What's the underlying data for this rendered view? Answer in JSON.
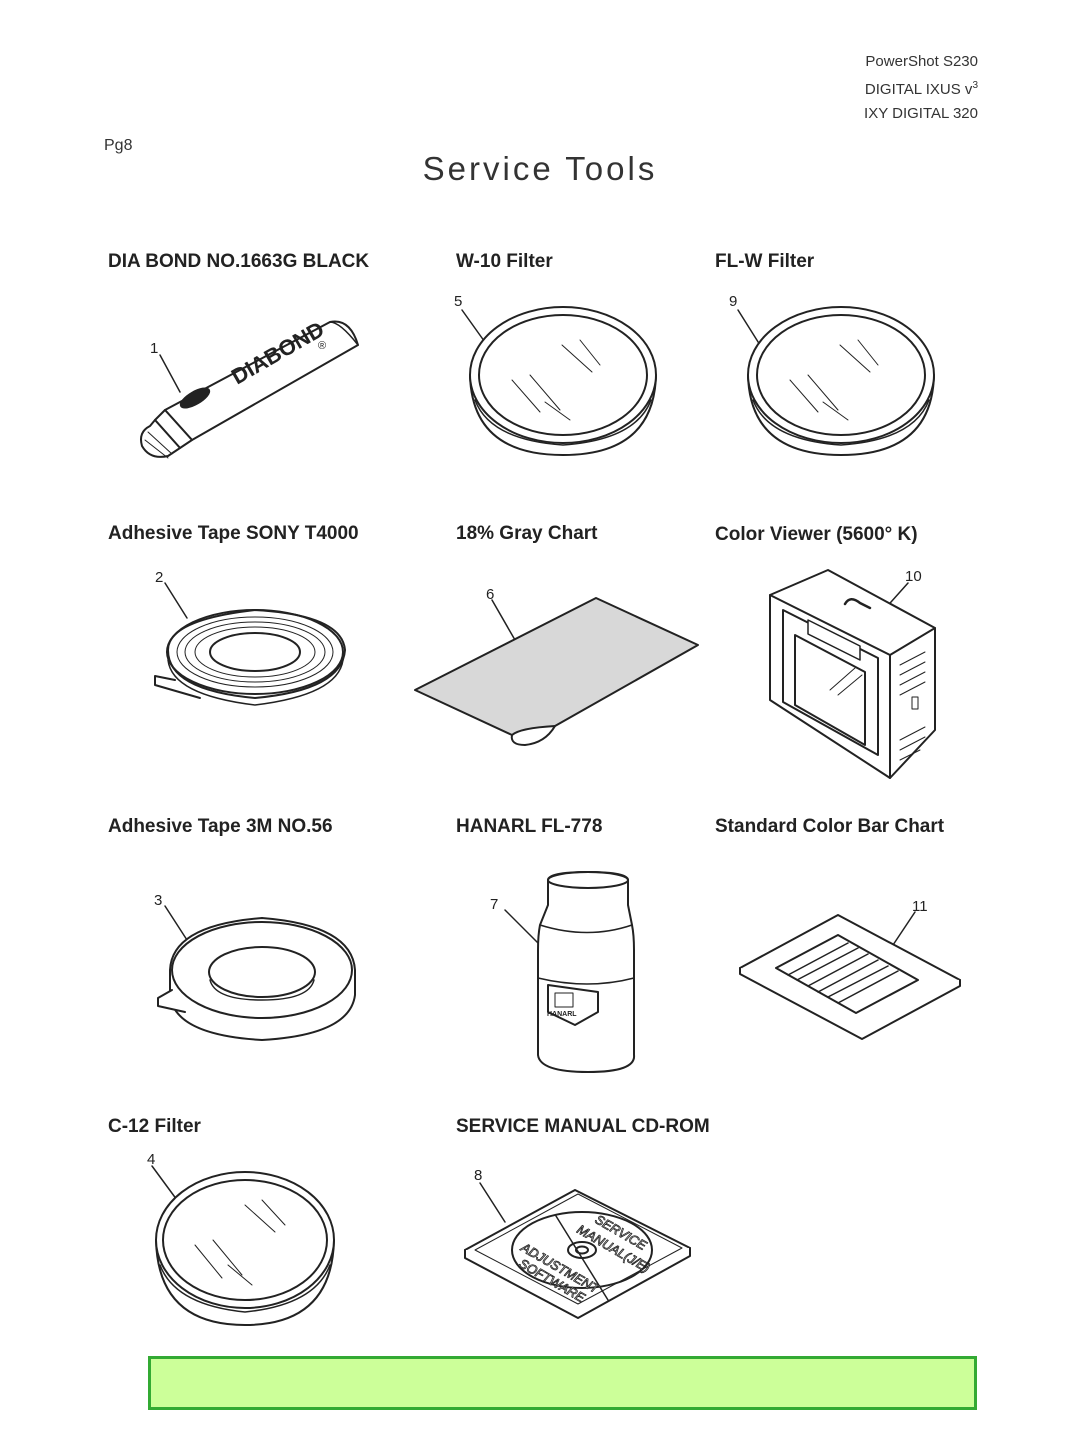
{
  "header": {
    "model_lines": [
      "PowerShot S230",
      "DIGITAL IXUS v",
      "IXY DIGITAL 320"
    ],
    "model_superscript": "3",
    "page_number": "Pg8",
    "title": "Service Tools"
  },
  "tools": [
    {
      "number": "1",
      "name": "DIA BOND NO.1663G BLACK",
      "icon": "glue-tube-icon"
    },
    {
      "number": "2",
      "name": "Adhesive Tape SONY T4000",
      "icon": "tape-roll-icon"
    },
    {
      "number": "3",
      "name": "Adhesive Tape 3M NO.56",
      "icon": "tape-roll-icon"
    },
    {
      "number": "4",
      "name": "C-12 Filter",
      "icon": "lens-filter-icon"
    },
    {
      "number": "5",
      "name": "W-10 Filter",
      "icon": "lens-filter-icon"
    },
    {
      "number": "6",
      "name": "18% Gray Chart",
      "icon": "gray-chart-icon"
    },
    {
      "number": "7",
      "name": "HANARL FL-778",
      "icon": "bottle-icon"
    },
    {
      "number": "8",
      "name": "SERVICE MANUAL CD-ROM",
      "icon": "cd-case-icon"
    },
    {
      "number": "9",
      "name": "FL-W Filter",
      "icon": "lens-filter-icon"
    },
    {
      "number": "10",
      "name": "Color Viewer (5600° K)",
      "icon": "color-viewer-icon"
    },
    {
      "number": "11",
      "name": "Standard Color Bar Chart",
      "icon": "color-bar-chart-icon"
    }
  ],
  "artwork_text": {
    "tube_brand": "DIABOND",
    "tube_registered": "®",
    "bottle_label": "HANARL",
    "cd_text": [
      "SERVICE",
      "MANUAL(J/E)",
      "ADJUSTMENT",
      "SOFTWARE"
    ]
  },
  "colors": {
    "notice_fill": "#ccff99",
    "notice_border": "#33aa33"
  }
}
